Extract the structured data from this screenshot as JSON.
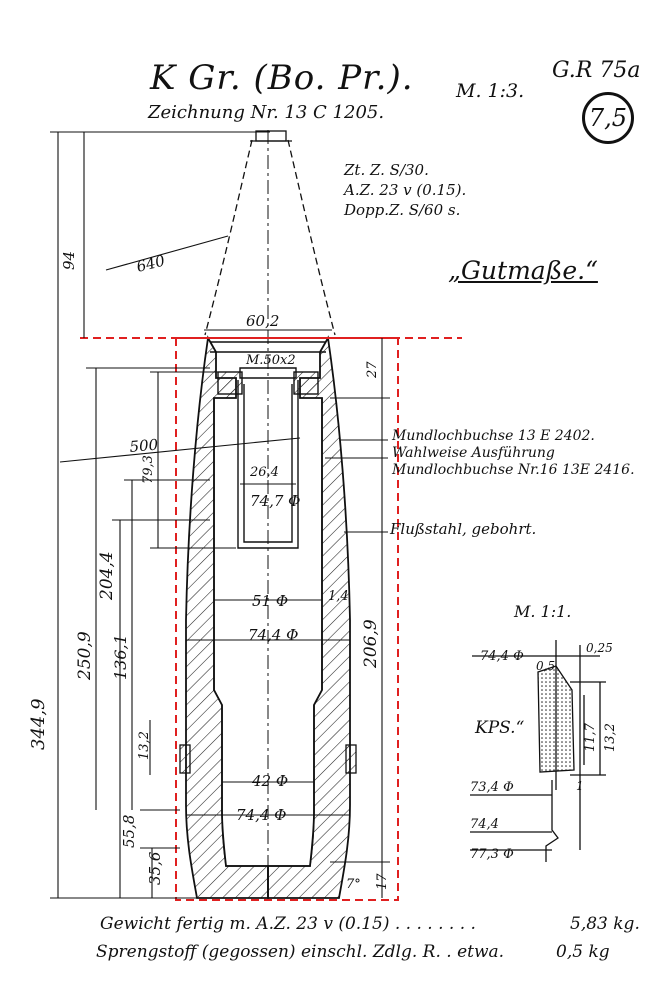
{
  "drawing": {
    "title": "K Gr. (Bo. Pr.).",
    "subtitle": "Zeichnung Nr. 13 C 1205.",
    "scale_main": "M. 1:3.",
    "code": "G.R 75a",
    "badge": "7,5",
    "fuzes": [
      "Zt. Z. S/30.",
      "A.Z. 23 v (0.15).",
      "Dopp.Z. S/60 s."
    ],
    "gutmasse": "„Gutmaße.“",
    "note_lines": [
      "Mundlochbuchse 13 E 2402.",
      "Wahlweise Ausführung",
      "Mundlochbuchse Nr.16 13E 2416."
    ],
    "material": "Flußstahl, gebohrt.",
    "scale_detail": "M. 1:1.",
    "kps": "KPS.“",
    "weight_label": "Gewicht fertig m. A.Z. 23 v (0.15) . . . . . . . .",
    "weight_value": "5,83 kg.",
    "charge_label": "Sprengstoff (gegossen) einschl. Zdlg. R. . etwa.",
    "charge_value": "0,5 kg"
  },
  "dimensions": {
    "d94": "94",
    "d640": "640",
    "d602": "60,2",
    "dm50": "M.50x2",
    "d27": "27",
    "d500": "500",
    "d793": "79,3",
    "d264": "26,4",
    "d747": "74,7 Φ",
    "d3449": "344,9",
    "d2044": "204,4",
    "d2509": "250,9",
    "d1361": "136,1",
    "d2069": "206,9",
    "d51": "51 Φ",
    "d14": "1,4",
    "d744a": "74,4 Φ",
    "d132a": "13,2",
    "d42": "42 Φ",
    "d744b": "74,4 Φ",
    "d558": "55,8",
    "d356": "35,6",
    "d17": "17",
    "d7deg": "7°",
    "det_744": "74,4 Φ",
    "det_025": "0,25",
    "det_05": "0,5",
    "det_117": "11,7",
    "det_132": "13,2",
    "det_734": "73,4 Φ",
    "det_1": "1",
    "det_744b": "74,4",
    "det_773": "77,3 Φ"
  }
}
